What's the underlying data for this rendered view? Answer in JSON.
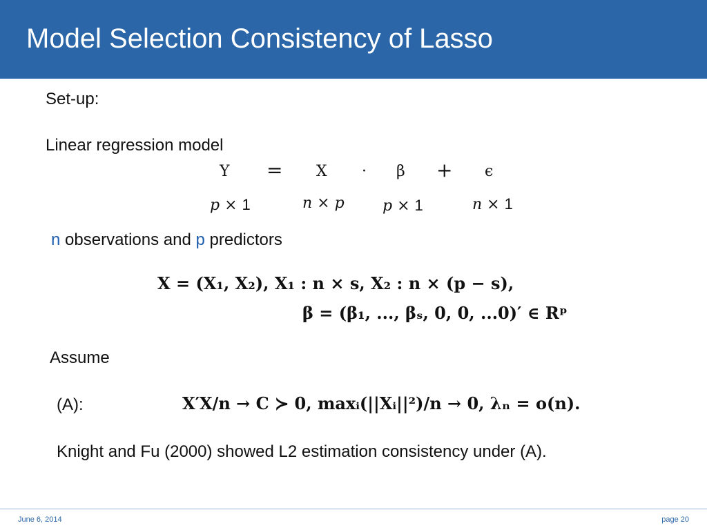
{
  "header": {
    "title": "Model Selection Consistency of Lasso"
  },
  "setup": {
    "label": "Set-up:"
  },
  "model": {
    "label": "Linear regression model",
    "eq": {
      "y": "Y",
      "equals": "=",
      "x": "X",
      "dot": "·",
      "beta": "β",
      "plus": "+",
      "eps": "ϵ"
    },
    "dims": {
      "y": {
        "a": "p",
        "times": "×",
        "b": "1"
      },
      "x": {
        "a": "n",
        "times": "×",
        "b": "p"
      },
      "beta": {
        "a": "p",
        "times": "×",
        "b": "1"
      },
      "eps": {
        "a": "n",
        "times": "×",
        "b": "1"
      }
    }
  },
  "obs": {
    "n": "n",
    "mid": " observations and ",
    "p": "p",
    "end": " predictors"
  },
  "partition": {
    "line1": "X = (X₁, X₂),   X₁ : n × s,   X₂ : n × (p − s),",
    "line2": "β = (β₁, ..., βₛ, 0, 0, ...0)′ ∈ Rᵖ"
  },
  "assume": {
    "label": "Assume"
  },
  "conditionA": {
    "label": "(A):",
    "formula": "X′X/n → C ≻ 0,   maxᵢ(||Xᵢ||²)/n → 0,   λₙ = o(n)."
  },
  "conclusion": {
    "text": "Knight and Fu (2000) showed L2 estimation consistency under (A)."
  },
  "footer": {
    "date": "June 6, 2014",
    "page": "page 20"
  },
  "colors": {
    "header_bg": "#2b67a8",
    "accent": "#1f5fb0"
  }
}
